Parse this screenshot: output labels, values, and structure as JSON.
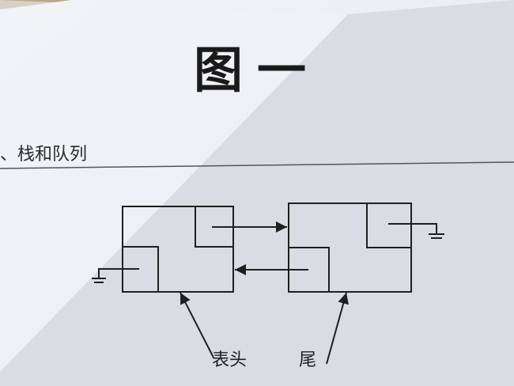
{
  "page": {
    "title": "图一",
    "section_heading": "、栈和队列"
  },
  "diagram": {
    "labels": {
      "head": "表头",
      "tail": "尾"
    }
  }
}
